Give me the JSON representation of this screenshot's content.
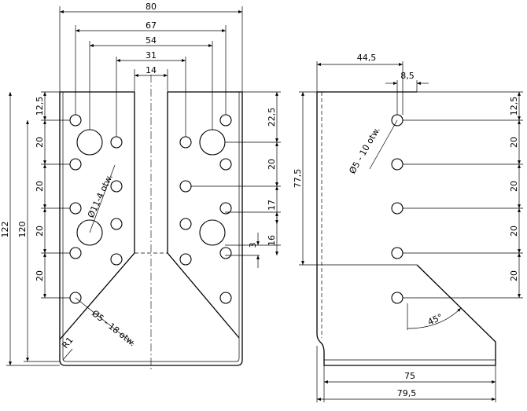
{
  "front_view": {
    "top_dims": [
      "80",
      "67",
      "54",
      "31",
      "14"
    ],
    "left_dims": {
      "total_height": "122",
      "inner_height": "120",
      "pitch_12_5": "12,5",
      "pitch_20_a": "20",
      "pitch_20_b": "20",
      "pitch_20_c": "20",
      "pitch_20_d": "20"
    },
    "right_dims": {
      "d_22_5": "22,5",
      "d_20": "20",
      "d_17": "17",
      "d_16": "16",
      "d_3": "3"
    },
    "labels": {
      "large_holes": "Ø11-4 otw.",
      "small_holes": "Ø5 - 18 otw.",
      "radius": "R1"
    }
  },
  "side_view": {
    "top_dims": [
      "44,5",
      "8,5"
    ],
    "left_dim": "77,5",
    "right_dims": [
      "12,5",
      "20",
      "20",
      "20",
      "20"
    ],
    "bottom_dims": [
      "75",
      "79,5"
    ],
    "labels": {
      "holes": "Ø5 - 10 otw.",
      "angle": "45°"
    }
  }
}
